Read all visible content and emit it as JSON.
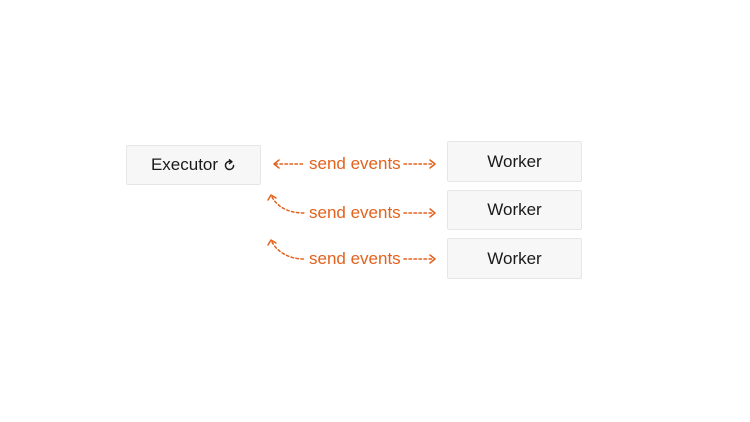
{
  "executor": {
    "label": "Executor",
    "icon": "refresh-icon"
  },
  "workers": [
    {
      "label": "Worker"
    },
    {
      "label": "Worker"
    },
    {
      "label": "Worker"
    }
  ],
  "edges": [
    {
      "label": "send events",
      "from": "executor",
      "to": "worker-1",
      "bidirectional": true
    },
    {
      "label": "send events",
      "from": "executor",
      "to": "worker-2",
      "bidirectional": true
    },
    {
      "label": "send events",
      "from": "executor",
      "to": "worker-3",
      "bidirectional": true
    }
  ],
  "colors": {
    "accent": "#e2621e",
    "box_fill": "#f7f7f7",
    "box_border": "#e6e6e6",
    "text": "#1a1a1a"
  }
}
